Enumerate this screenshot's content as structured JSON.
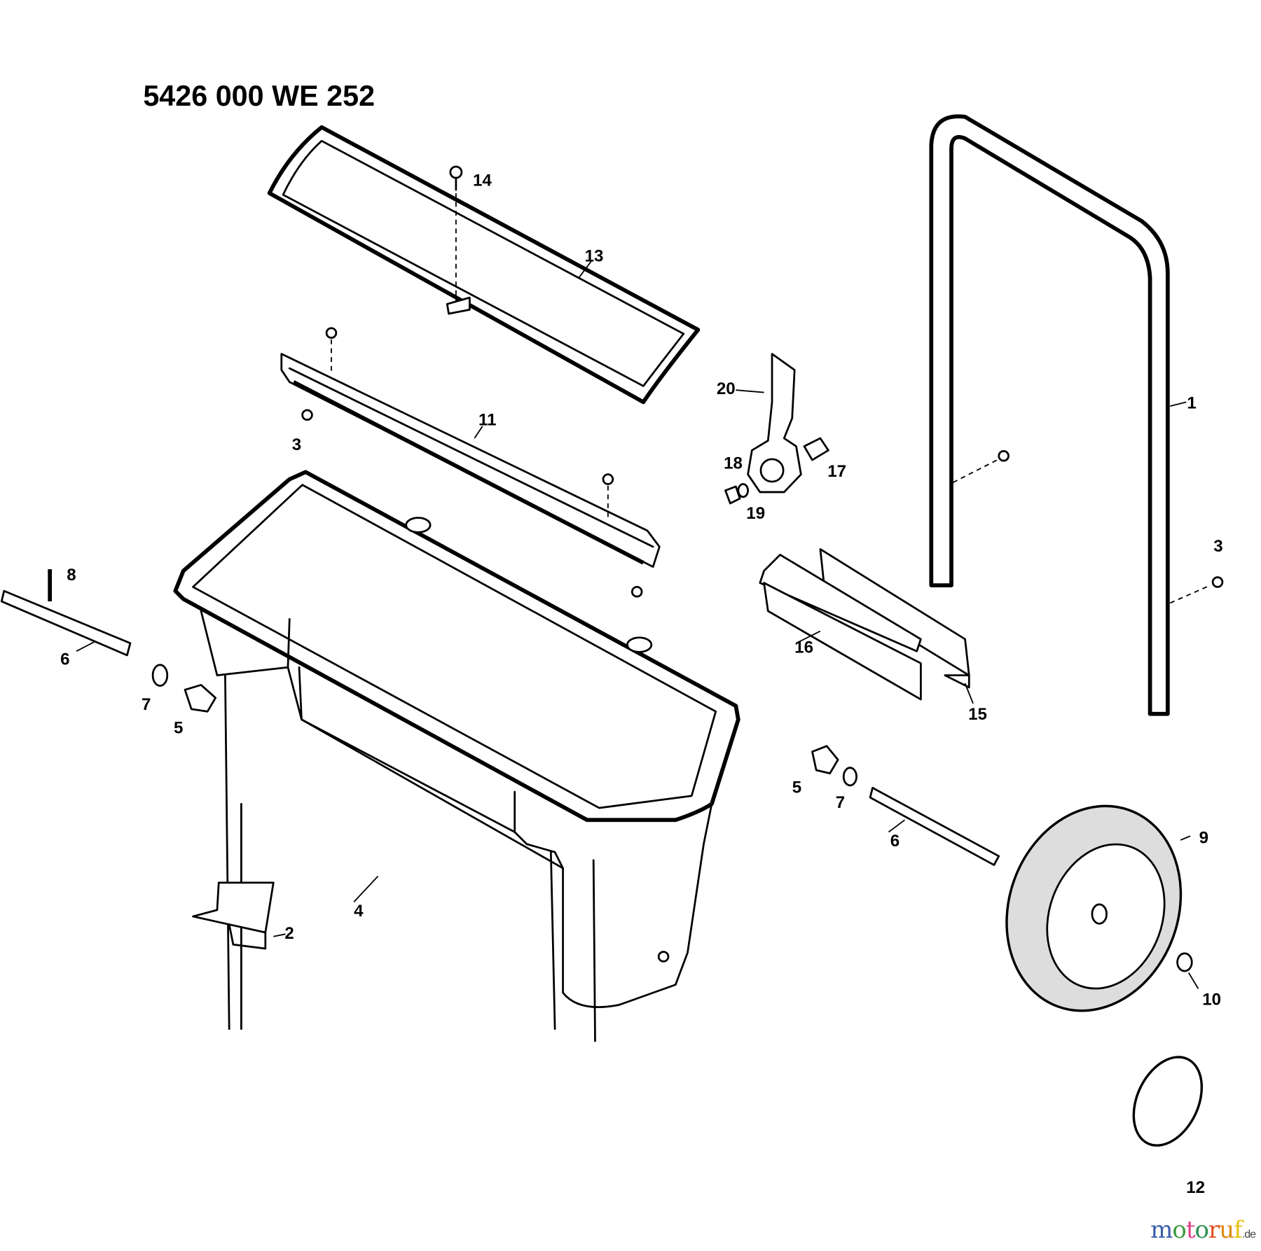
{
  "title": "5426 000  WE 252",
  "callouts": {
    "c1": "1",
    "c2": "2",
    "c3a": "3",
    "c3b": "3",
    "c4": "4",
    "c5a": "5",
    "c5b": "5",
    "c6a": "6",
    "c6b": "6",
    "c7a": "7",
    "c7b": "7",
    "c8": "8",
    "c9": "9",
    "c10": "10",
    "c11": "11",
    "c12": "12",
    "c13": "13",
    "c14": "14",
    "c15": "15",
    "c16": "16",
    "c17": "17",
    "c18": "18",
    "c19": "19",
    "c20": "20"
  },
  "watermark": {
    "letters": [
      "m",
      "o",
      "t",
      "o",
      "r",
      "u",
      "f"
    ],
    "colors": [
      "#3b5bab",
      "#3f9b3f",
      "#e0408a",
      "#2f8f4f",
      "#e05020",
      "#e08a10",
      "#e8c010"
    ],
    "suffix": ".de"
  }
}
